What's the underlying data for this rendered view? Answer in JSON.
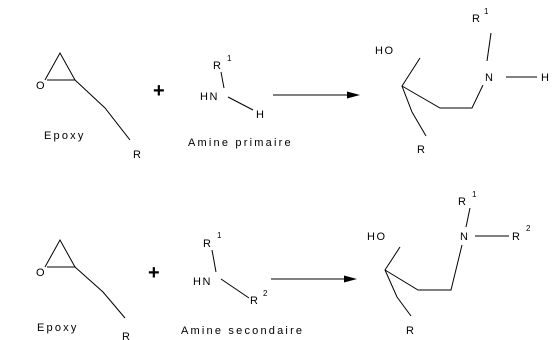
{
  "atoms": {
    "O": "O",
    "R": "R",
    "H": "H",
    "N": "N",
    "HN": "HN",
    "HO": "HO"
  },
  "superscripts": {
    "one": "1",
    "two": "2"
  },
  "operator": "+",
  "reaction_1": {
    "epoxy_label": "Epoxy",
    "amine_label": "Amine primaire"
  },
  "reaction_2": {
    "epoxy_label": "Epoxy",
    "amine_label": "Amine secondaire"
  },
  "colors": {
    "ink": "#000000",
    "background": "#ffffff"
  }
}
